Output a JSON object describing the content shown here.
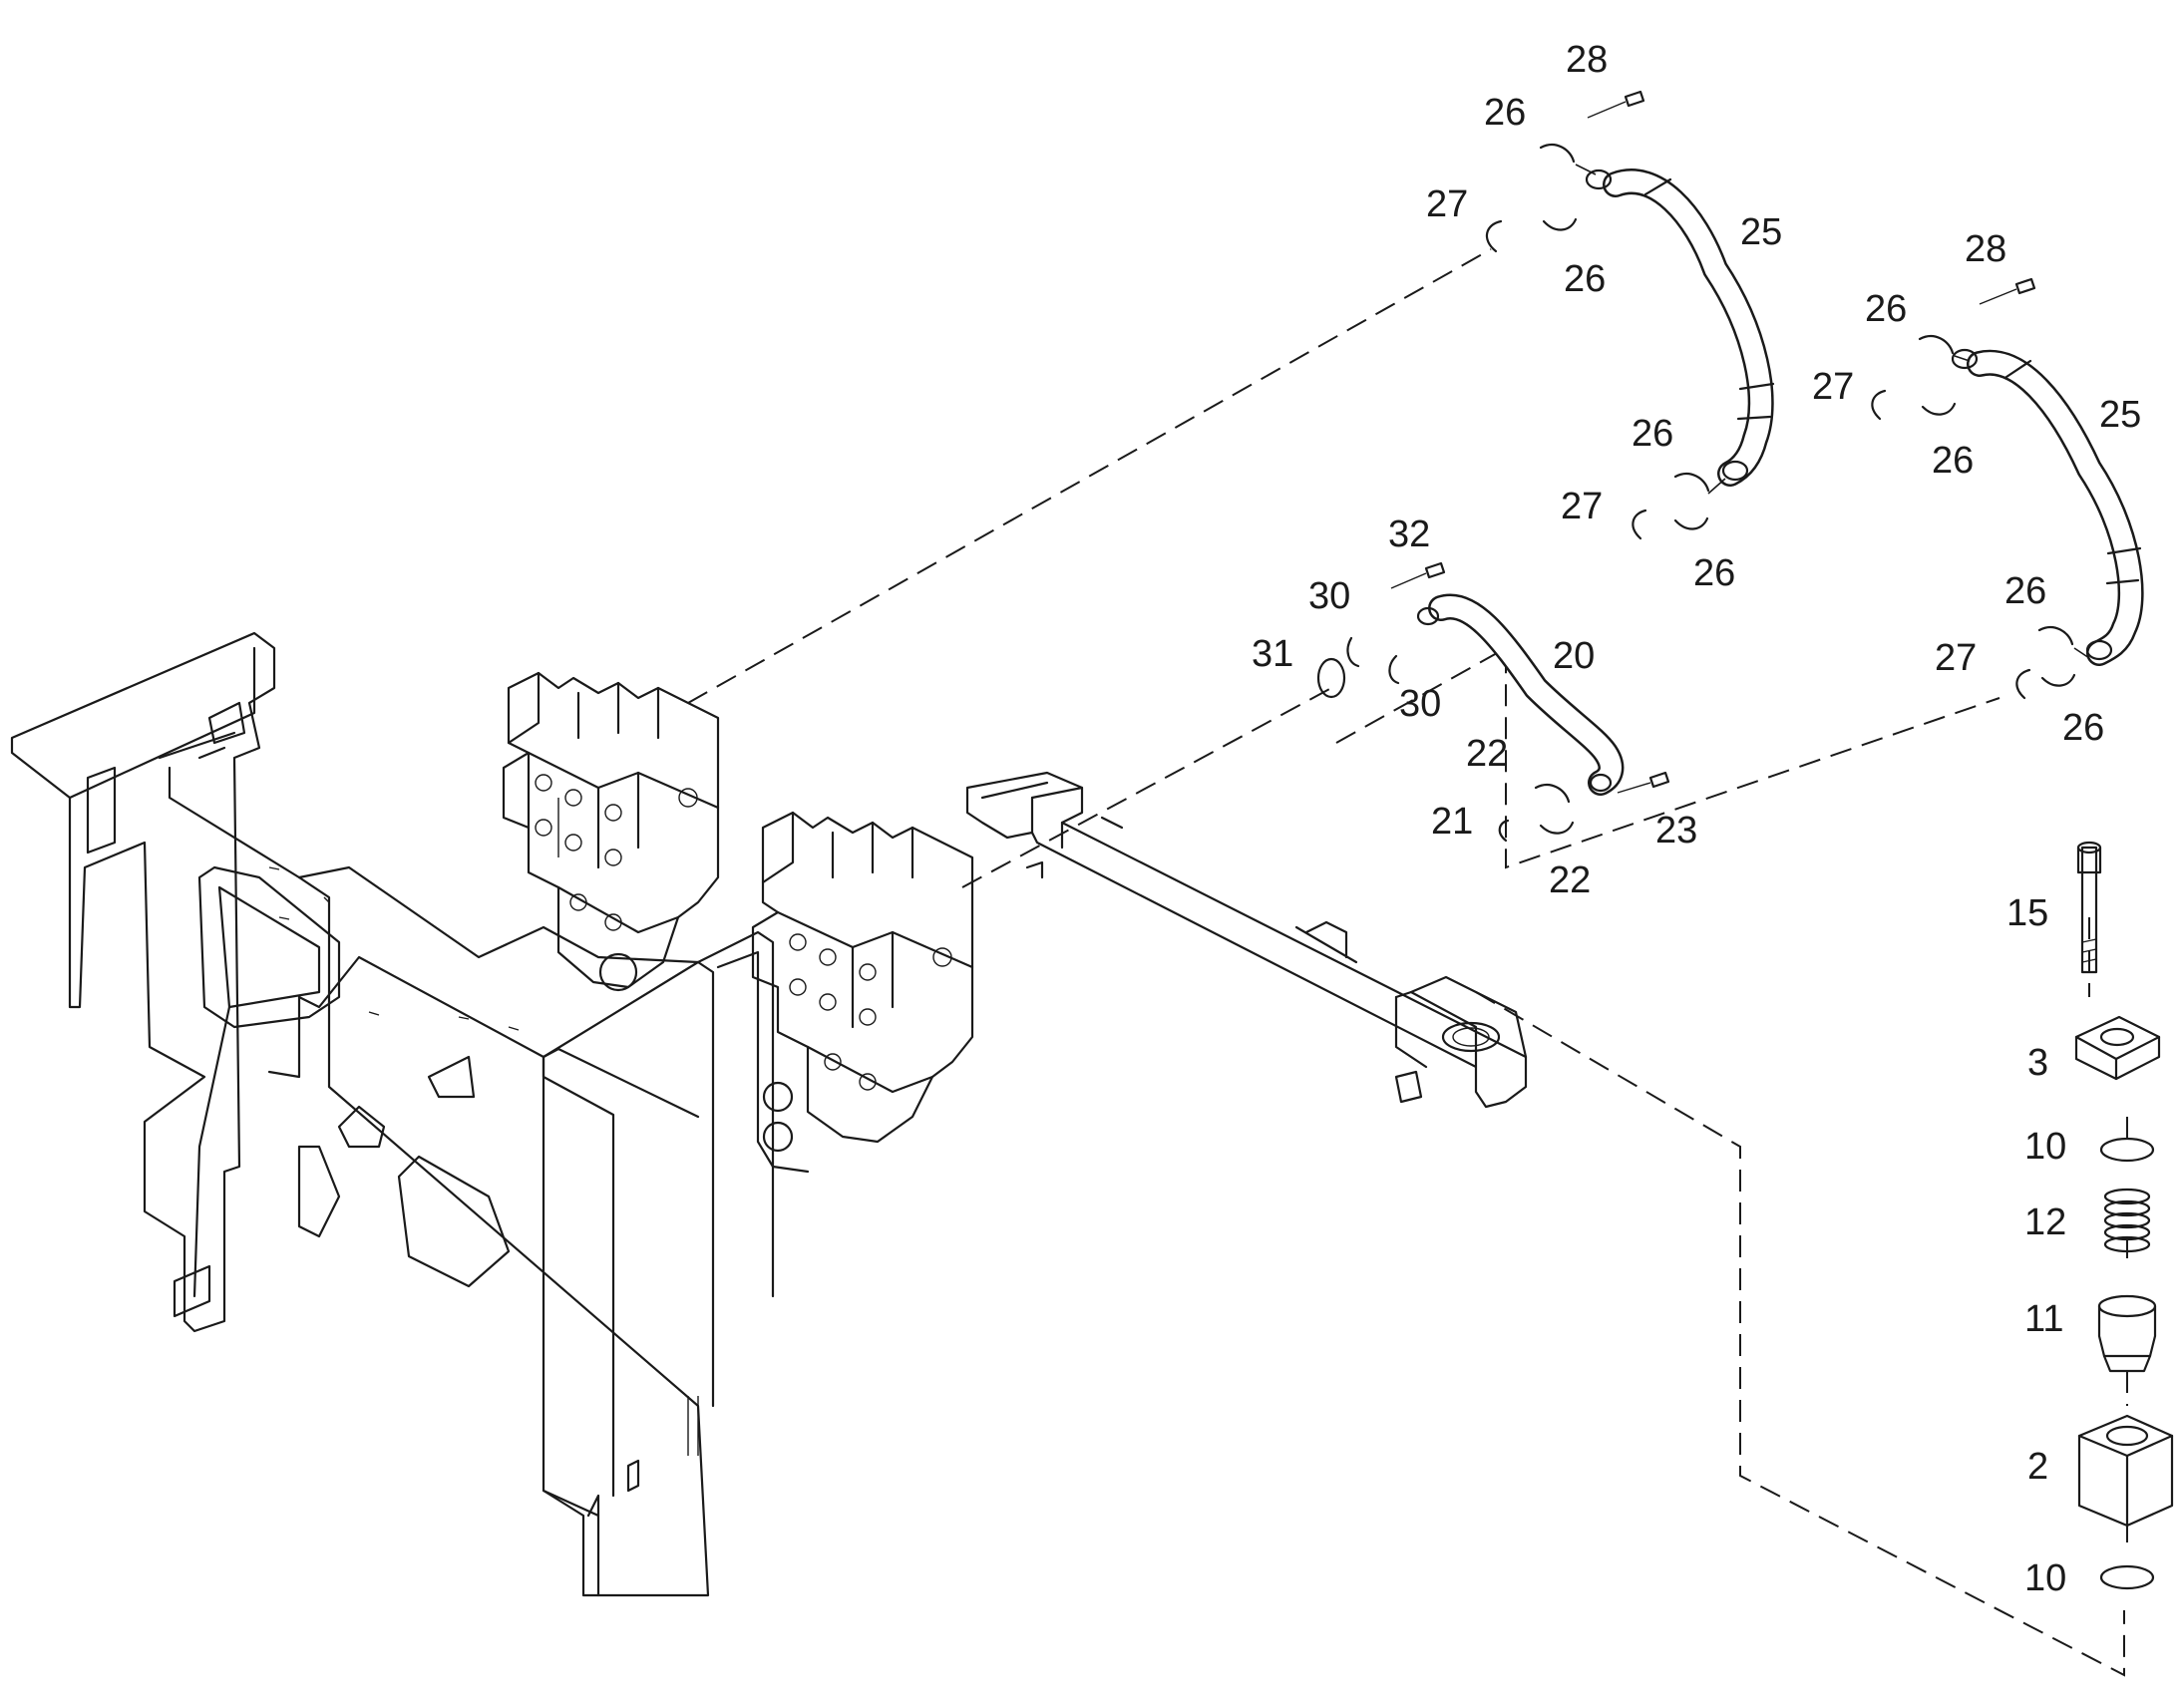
{
  "callouts": [
    {
      "id": "c28a",
      "text": "28"
    },
    {
      "id": "c26a",
      "text": "26"
    },
    {
      "id": "c27a",
      "text": "27"
    },
    {
      "id": "c26b",
      "text": "26"
    },
    {
      "id": "c25a",
      "text": "25"
    },
    {
      "id": "c28b",
      "text": "28"
    },
    {
      "id": "c26c",
      "text": "26"
    },
    {
      "id": "c27b",
      "text": "27"
    },
    {
      "id": "c26d",
      "text": "26"
    },
    {
      "id": "c25b",
      "text": "25"
    },
    {
      "id": "c26e",
      "text": "26"
    },
    {
      "id": "c27c",
      "text": "27"
    },
    {
      "id": "c26f",
      "text": "26"
    },
    {
      "id": "c32",
      "text": "32"
    },
    {
      "id": "c30a",
      "text": "30"
    },
    {
      "id": "c31",
      "text": "31"
    },
    {
      "id": "c30b",
      "text": "30"
    },
    {
      "id": "c20",
      "text": "20"
    },
    {
      "id": "c22a",
      "text": "22"
    },
    {
      "id": "c21",
      "text": "21"
    },
    {
      "id": "c23",
      "text": "23"
    },
    {
      "id": "c22b",
      "text": "22"
    },
    {
      "id": "c26g",
      "text": "26"
    },
    {
      "id": "c27d",
      "text": "27"
    },
    {
      "id": "c26h",
      "text": "26"
    },
    {
      "id": "c15",
      "text": "15"
    },
    {
      "id": "c3",
      "text": "3"
    },
    {
      "id": "c10a",
      "text": "10"
    },
    {
      "id": "c12",
      "text": "12"
    },
    {
      "id": "c11",
      "text": "11"
    },
    {
      "id": "c2",
      "text": "2"
    },
    {
      "id": "c10b",
      "text": "10"
    }
  ]
}
